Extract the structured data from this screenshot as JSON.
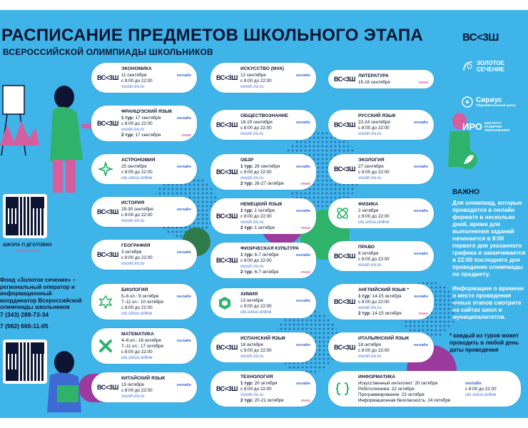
{
  "header": {
    "title": "РАСПИСАНИЕ ПРЕДМЕТОВ ШКОЛЬНОГО ЭТАПА",
    "subtitle": "ВСЕРОССИЙСКОЙ ОЛИМПИАДЫ ШКОЛЬНИКОВ"
  },
  "logos": {
    "vsosh": "ВС<3Ш",
    "zoloto": "ЗОЛОТОЕ СЕЧЕНИЕ",
    "sirius": "Сириус",
    "sirius_sub": "Образовательный центр",
    "iro": "ИРО",
    "iro_sub": "ИНСТИТУТ РАЗВИТИЯ ОБРАЗОВАНИЯ"
  },
  "cards": {
    "econ": {
      "subject": "ЭКОНОМИКА",
      "date": "11 сентября",
      "time": "с 8:00 до 22:00",
      "link": "vsosh.iro.ru",
      "mode": "онлайн"
    },
    "french": {
      "subject": "ФРАНЦУЗСКИЙ ЯЗЫК",
      "r1": "1 тур:",
      "r1d": " 17 сентября",
      "time": "с 8:00 до 22:00",
      "link": "vsosh.iro.ru",
      "r2": "2 тур:",
      "r2d": " 17 сентября",
      "mode1": "онлайн",
      "mode2": "очно"
    },
    "astro": {
      "subject": "АСТРОНОМИЯ",
      "date": "25 сентября",
      "time": "с 8:00 до 22:00",
      "link": "uts.sirius.online",
      "mode": "онлайн"
    },
    "hist": {
      "subject": "ИСТОРИЯ",
      "date": "29-30 сентября",
      "time": "с 8:00 до 22:00",
      "link": "vsosh.iro.ru",
      "mode": "онлайн"
    },
    "geo": {
      "subject": "ГЕОГРАФИЯ",
      "date": "3 октября",
      "time": "с 8:00 до 22:00",
      "link": "vsosh.iro.ru",
      "mode": "онлайн"
    },
    "bio": {
      "subject": "БИОЛОГИЯ",
      "l1": "5–6 кл.: 9 октября",
      "l2": "7–11 кл.: 10 октября",
      "time": "с 8:00 до 22:00",
      "link": "uts.sirius.online",
      "mode": "онлайн"
    },
    "math": {
      "subject": "МАТЕМАТИКА",
      "l1": "4–6 кл.: 16 октября",
      "l2": "7–11 кл.: 17 октября",
      "time": "с 8:00 до 22:00",
      "link": "uts.sirius.online",
      "mode": "онлайн"
    },
    "chinese": {
      "subject": "КИТАЙСКИЙ ЯЗЫК",
      "date": "19 октября",
      "time": "с 8:00 до 22:00",
      "link": "vsosh.iro.ru",
      "mode": "онлайн"
    },
    "art": {
      "subject": "ИСКУССТВО (МХК)",
      "date": "12 сентября",
      "time": "с 8:00 до 22:00",
      "link": "vsosh.iro.ru",
      "mode": "онлайн"
    },
    "social": {
      "subject": "ОБЩЕСТВОЗНАНИЕ",
      "date": "18-19 сентября",
      "time": "с 8:00 до 22:00",
      "link": "vsosh.iro.ru",
      "mode": "онлайн"
    },
    "obzr": {
      "subject": "ОБЗР",
      "r1": "1 тур:",
      "r1d": " 26 сентября",
      "time": "с 8:00 до 22:00",
      "link": "vsosh.iro.ru",
      "r2": "2 тур:",
      "r2d": " 26-27 октября",
      "mode1": "онлайн",
      "mode2": "очно"
    },
    "german": {
      "subject": "НЕМЕЦКИЙ ЯЗЫК",
      "r1": "1 тур:",
      "r1d": " 1 октября",
      "time": "с 8:00 до 22:00",
      "link": "vsosh.iro.ru",
      "r2": "2 тур:",
      "r2d": " 1 октября",
      "mode1": "онлайн",
      "mode2": "очно"
    },
    "pe": {
      "subject": "ФИЗИЧЕСКАЯ КУЛЬТУРА",
      "r1": "1 тур:",
      "r1d": " 6-7 октября",
      "time": "с 8:00 до 22:00",
      "link": "vsosh.iro.ru",
      "r2": "2 тур:",
      "r2d": " 6-7 октября",
      "mode1": "онлайн",
      "mode2": "очно"
    },
    "chem": {
      "subject": "ХИМИЯ",
      "date": "13 октября",
      "time": "с 8:00 до 22:00",
      "link": "uts.sirius.online",
      "mode": "онлайн"
    },
    "spanish": {
      "subject": "ИСПАНСКИЙ ЯЗЫК",
      "date": "18 октября",
      "time": "с 8:00 до 22:00",
      "link": "vsosh.iro.ru",
      "mode": "онлайн"
    },
    "tech": {
      "subject": "ТЕХНОЛОГИЯ",
      "r1": "1 тур:",
      "r1d": " 20 октября",
      "time": "с 8:00 до 22:00",
      "link": "vsosh.iro.ru",
      "r2": "2 тур:",
      "r2d": " 20-21 октября",
      "mode1": "онлайн",
      "mode2": "очно"
    },
    "lit": {
      "subject": "ЛИТЕРАТУРА",
      "date": "15-16 сентября",
      "mode": "очно"
    },
    "rus": {
      "subject": "РУССКИЙ ЯЗЫК",
      "date": "22-24 сентября",
      "time": "с 8:00 до 22:00",
      "link": "vsosh.iro.ru",
      "mode": "онлайн"
    },
    "eco": {
      "subject": "ЭКОЛОГИЯ",
      "date": "27 сентября",
      "time": "с 8:00 до 22:00",
      "link": "vsosh.iro.ru",
      "mode": "онлайн"
    },
    "phys": {
      "subject": "ФИЗИКА",
      "date": "2 октября",
      "time": "с 8:00 до 22:00",
      "link": "uts.sirius.online",
      "mode": "онлайн"
    },
    "law": {
      "subject": "ПРАВО",
      "date": "8 октября",
      "time": "с 8:00 до 22:00",
      "link": "vsosh.iro.ru",
      "mode": "онлайн"
    },
    "english": {
      "subject": "АНГЛИЙСКИЙ ЯЗЫК",
      "star": "*",
      "r1": "1 тур:",
      "r1d": " 14-15 октября",
      "time": "с 8:00 до 22:00",
      "link": "vsosh.iro.ru",
      "r2": "2 тур:",
      "r2d": " 14-15 октября",
      "mode1": "онлайн",
      "mode2": "очно"
    },
    "italian": {
      "subject": "ИТАЛЬЯНСКИЙ ЯЗЫК",
      "date": "18 октября",
      "time": "с 8:00 до 22:00",
      "link": "vsosh.iro.ru",
      "mode": "онлайн"
    },
    "inf": {
      "subject": "ИНФОРМАТИКА",
      "l1": "Искусственный интеллект: 20 октября",
      "l2": "Робототехника: 22 октября",
      "l3": "Программирование: 23 октября",
      "l4": "Информационная безопасность: 24 октября",
      "date": "онлайн",
      "time": "с 8:00 до 22:00",
      "link": "uts.sirius.online"
    }
  },
  "important": {
    "title": "ВАЖНО",
    "text1": "Для олимпиад, которые проводятся в онлайн формате в несколько дней, время для выполнения заданий начинается в 8:00 первого дня указанного графика и заканчивается в 22:00 последнего дня проведения олимпиады по предмету.",
    "text2": "Информацию о времени и месте проведения очных этапов смотрите на сайтах школ и муниципалитетов.",
    "note": "* каждый из туров может проходить в любой день даты проведения"
  },
  "left": {
    "qr_label1": "ШКОЛА П  ДГОТОВКИ",
    "qr_label2": "ОЛИМП АКТИВ",
    "fund": "Фонд «Золотое сечение» – региональный оператор и информационный координатор Всероссийской олимпиады школьников",
    "phone1": "7 (343) 288-73-34",
    "phone2": "7 (982) 660-11-05"
  },
  "colors": {
    "bg": "#3fb4e8",
    "navy": "#0d1533",
    "pink": "#d65e9e",
    "green": "#2fb36b",
    "link": "#3d6bd3"
  }
}
